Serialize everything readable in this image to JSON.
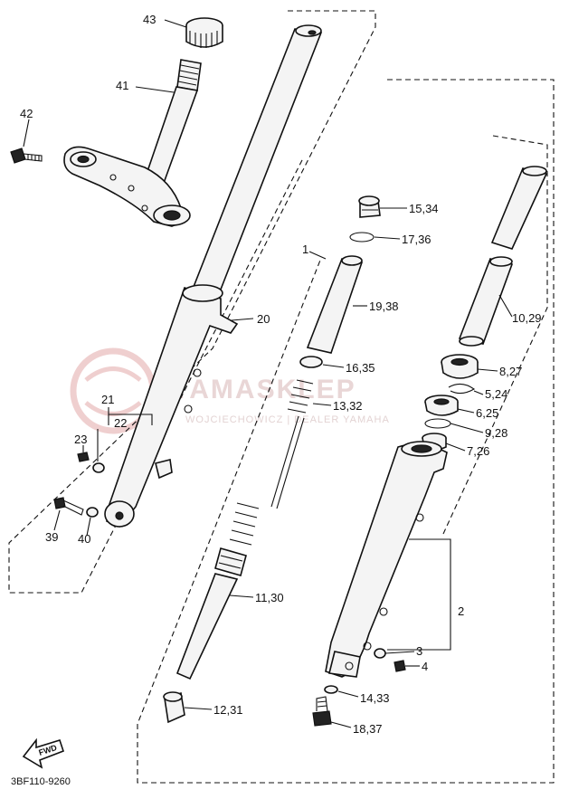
{
  "watermark": {
    "brand": "YAMASKLEP",
    "sub": "WOJCIECHOWICZ | DEALER YAMAHA"
  },
  "diagram_code": "3BF110-9260",
  "fwd_label": "FWD",
  "labels": {
    "p43": "43",
    "p41": "41",
    "p42": "42",
    "p20": "20",
    "p1": "1",
    "p21": "21",
    "p22": "22",
    "p23": "23",
    "p39": "39",
    "p40": "40",
    "p15": "15,34",
    "p17": "17,36",
    "p19": "19,38",
    "p16": "16,35",
    "p13": "13,32",
    "p11": "11,30",
    "p12": "12,31",
    "p10": "10,29",
    "p8": "8,27",
    "p5": "5,24",
    "p6": "6,25",
    "p9": "9,28",
    "p7": "7,26",
    "p2": "2",
    "p3": "3",
    "p4": "4",
    "p14": "14,33",
    "p18": "18,37"
  }
}
